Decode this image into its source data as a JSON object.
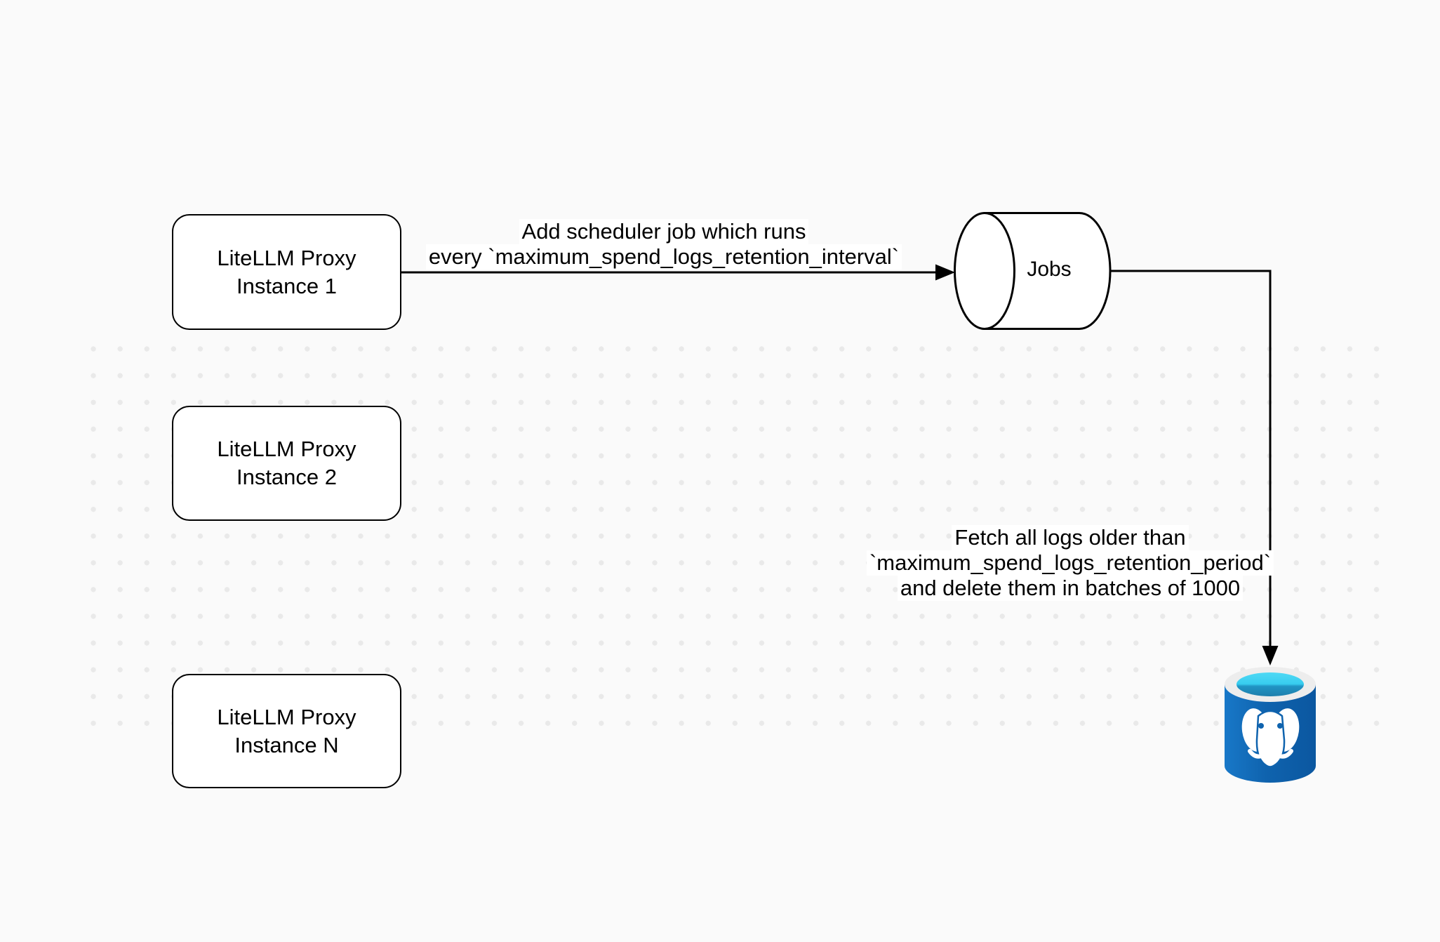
{
  "diagram": {
    "background": "#FAFAFA",
    "nodes": {
      "instance1": {
        "line1": "LiteLLM Proxy",
        "line2": "Instance 1"
      },
      "instance2": {
        "line1": "LiteLLM Proxy",
        "line2": "Instance 2"
      },
      "instanceN": {
        "line1": "LiteLLM Proxy",
        "line2": "Instance N"
      },
      "jobs_queue": {
        "label": "Jobs"
      },
      "postgres_db": {
        "icon": "postgresql-database-icon"
      }
    },
    "edges": {
      "add_scheduler": {
        "from": "instance1",
        "to": "jobs_queue",
        "line1": "Add scheduler job which runs",
        "line2": "every `maximum_spend_logs_retention_interval`"
      },
      "fetch_delete": {
        "from": "jobs_queue",
        "to": "postgres_db",
        "line1": "Fetch all logs older than",
        "line2": "`maximum_spend_logs_retention_period`",
        "line3": "and delete them in batches of 1000"
      }
    },
    "colors": {
      "stroke": "#000000",
      "node_fill": "#FFFFFF",
      "grid_dot": "#E9E9E9",
      "postgres_blue": "#0F63AE",
      "postgres_cyan": "#45D4F2",
      "postgres_rim": "#EDEDED"
    }
  }
}
